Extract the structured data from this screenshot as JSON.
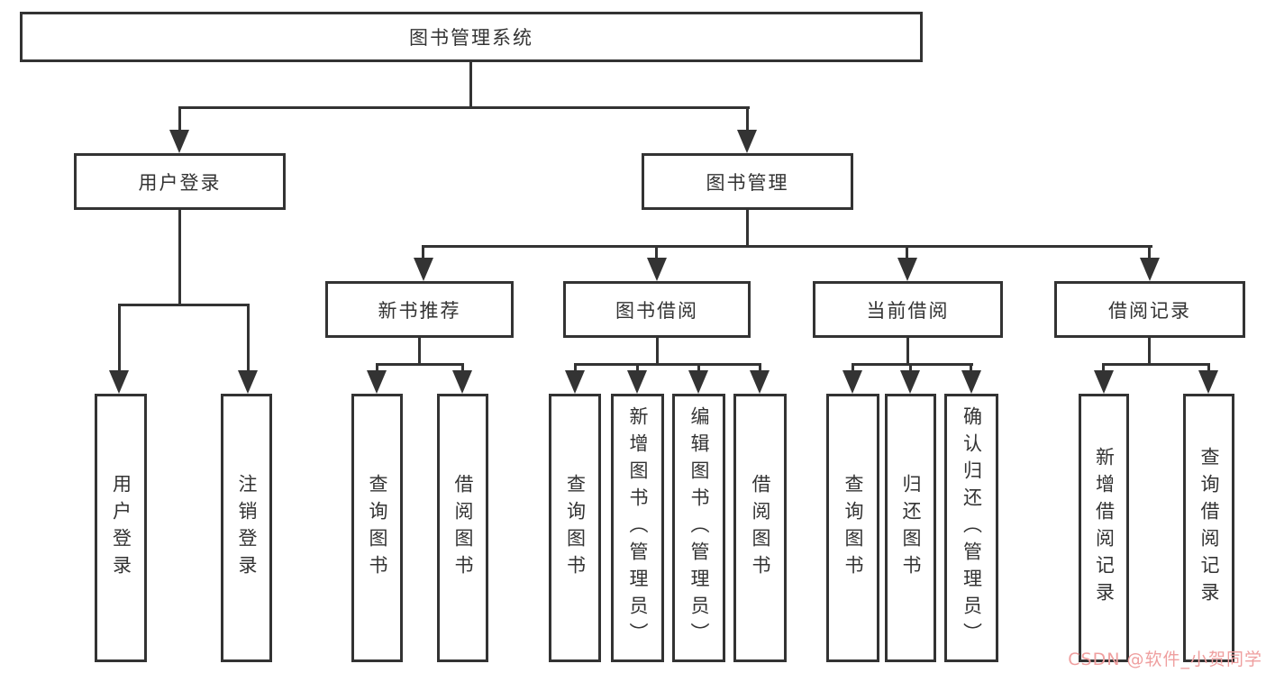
{
  "nodes": {
    "root": "图书管理系统",
    "user_login": "用户登录",
    "book_mgmt": "图书管理",
    "new_book_rec": "新书推荐",
    "book_borrow": "图书借阅",
    "current_borrow": "当前借阅",
    "borrow_record": "借阅记录",
    "user_login_leaf": "用户登录",
    "logout_leaf": "注销登录",
    "query_books_1": "查询图书",
    "borrow_books_1": "借阅图书",
    "query_books_2": "查询图书",
    "add_books": "新增图书（管理员）",
    "edit_books": "编辑图书（管理员）",
    "borrow_books_2": "借阅图书",
    "query_books_3": "查询图书",
    "return_books": "归还图书",
    "confirm_return": "确认归还（管理员）",
    "add_borrow_record": "新增借阅记录",
    "query_borrow_record": "查询借阅记录"
  },
  "watermark": "CSDN @软件_小贺同学",
  "colors": {
    "line": "#333333",
    "box_background": "#ffffff",
    "text": "#333333",
    "watermark": "#ef9f9f"
  }
}
